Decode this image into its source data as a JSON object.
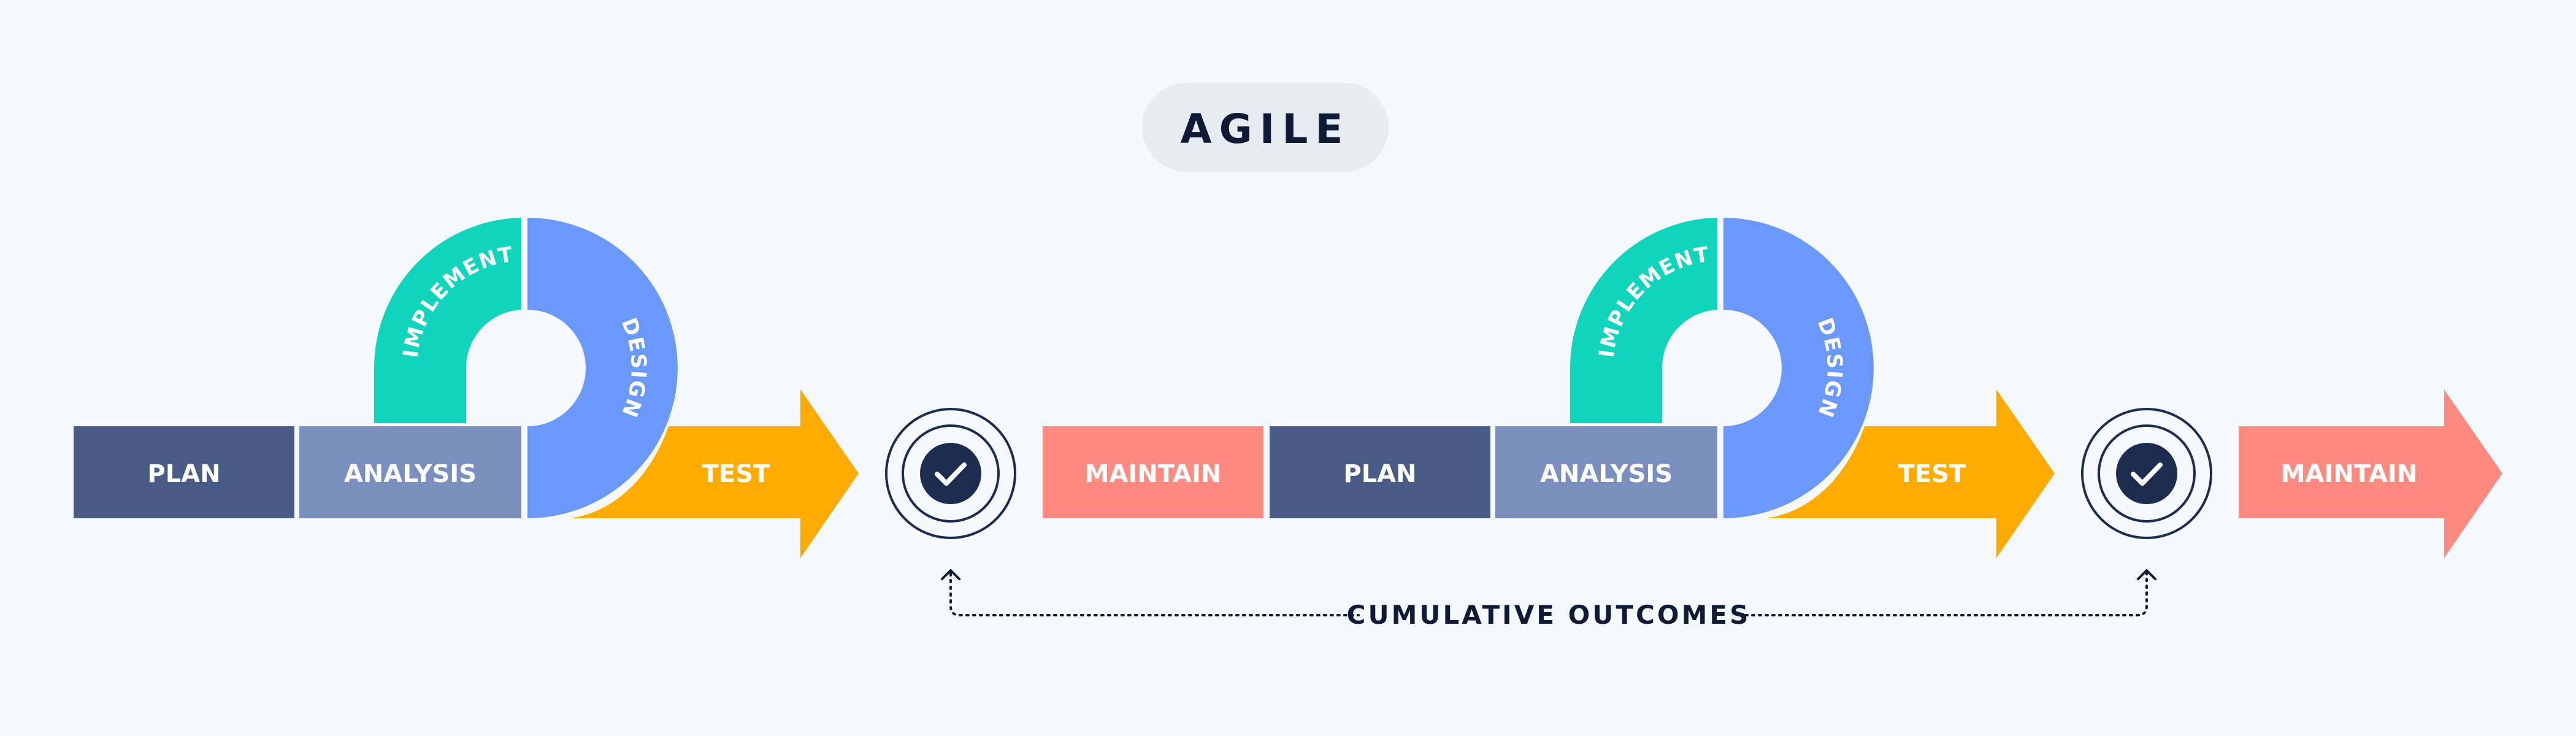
{
  "title": "AGILE",
  "colors": {
    "background": "#f6f9fd",
    "title_pill": "#e8ecf3",
    "plan": "#475b85",
    "analysis": "#7a8fbd",
    "design": "#6b98fb",
    "implement": "#10d5bc",
    "test": "#ffab00",
    "maintain": "#ff8a80",
    "checkmark": "#1c2c4f",
    "text_light": "#ffffff",
    "text_dark": "#0f1b36"
  },
  "cycles": [
    {
      "plan_label": "PLAN",
      "analysis_label": "ANALYSIS",
      "design_label": "DESIGN",
      "implement_label": "IMPLEMENT",
      "test_label": "TEST",
      "maintain_label": "MAINTAIN"
    },
    {
      "plan_label": "PLAN",
      "analysis_label": "ANALYSIS",
      "design_label": "DESIGN",
      "implement_label": "IMPLEMENT",
      "test_label": "TEST",
      "maintain_label": "MAINTAIN"
    }
  ],
  "outcomes": {
    "label": "CUMULATIVE OUTCOMES",
    "check_icon": "check-circle-icon"
  }
}
